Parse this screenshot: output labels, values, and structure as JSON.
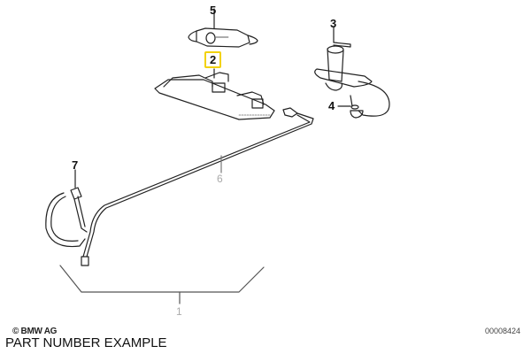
{
  "diagram": {
    "callouts": [
      {
        "id": "1",
        "label": "1",
        "highlighted": false,
        "muted": true
      },
      {
        "id": "2",
        "label": "2",
        "highlighted": true,
        "muted": false
      },
      {
        "id": "3",
        "label": "3",
        "highlighted": false,
        "muted": false
      },
      {
        "id": "4",
        "label": "4",
        "highlighted": false,
        "muted": false
      },
      {
        "id": "5",
        "label": "5",
        "highlighted": false,
        "muted": false
      },
      {
        "id": "6",
        "label": "6",
        "highlighted": false,
        "muted": true
      },
      {
        "id": "7",
        "label": "7",
        "highlighted": false,
        "muted": false
      }
    ],
    "highlight_color": "#f2d20a"
  },
  "footer": {
    "copyright": "© BMW AG",
    "diagram_ref": "00008424",
    "caption": "PART NUMBER EXAMPLE"
  }
}
